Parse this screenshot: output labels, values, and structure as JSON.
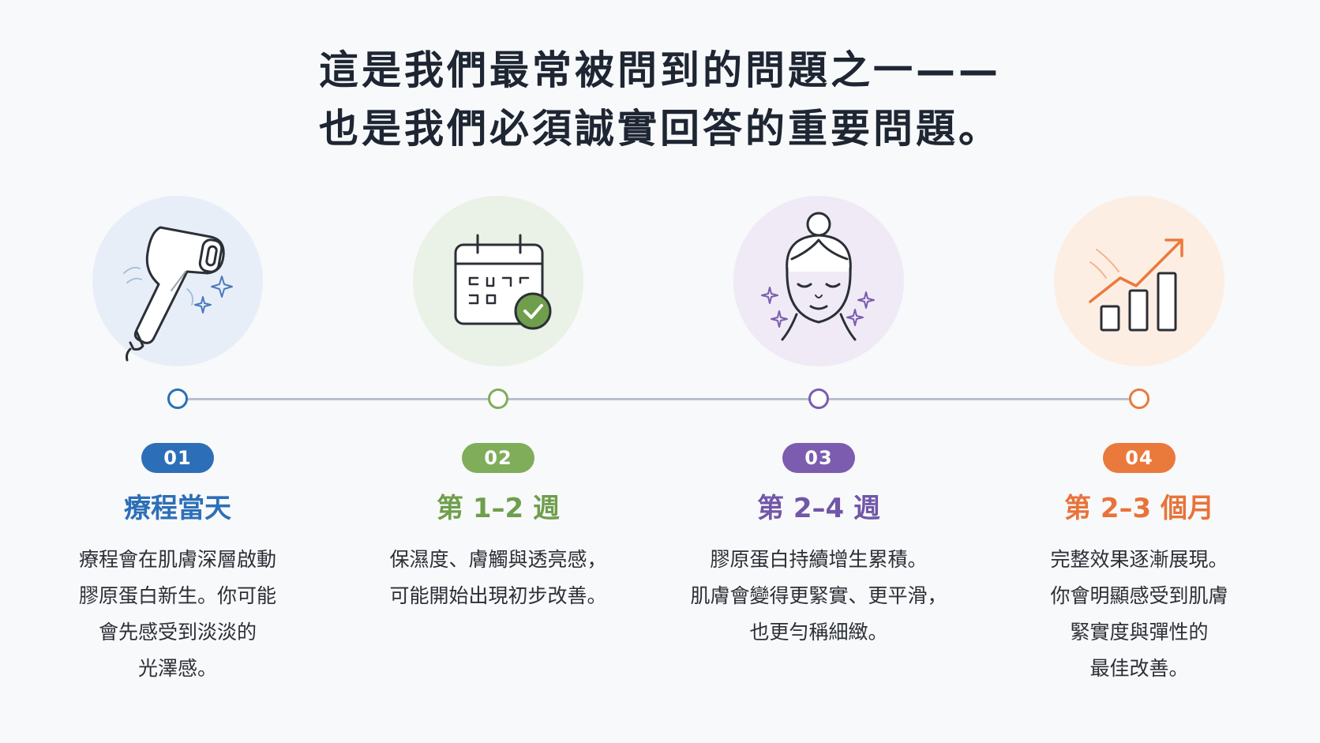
{
  "headline": {
    "line1": "這是我們最常被問到的問題之一——",
    "line2": "也是我們必須誠實回答的重要問題。"
  },
  "colors": {
    "step1": "#2c6fb8",
    "step2": "#7fad5a",
    "step3": "#7b5cae",
    "step4": "#ea7a3c"
  },
  "steps": [
    {
      "number": "01",
      "title": "療程當天",
      "icon": "handpiece-device-icon",
      "desc": [
        "療程會在肌膚深層啟動",
        "膠原蛋白新生。你可能",
        "會先感受到淡淡的",
        "光澤感。"
      ]
    },
    {
      "number": "02",
      "title": "第 1–2 週",
      "icon": "calendar-check-icon",
      "desc": [
        "保濕度、膚觸與透亮感，",
        "可能開始出現初步改善。"
      ]
    },
    {
      "number": "03",
      "title": "第 2–4 週",
      "icon": "face-glow-icon",
      "desc": [
        "膠原蛋白持續增生累積。",
        "肌膚會變得更緊實、更平滑，",
        "也更勻稱細緻。"
      ]
    },
    {
      "number": "04",
      "title": "第 2–3 個月",
      "icon": "growth-chart-icon",
      "desc": [
        "完整效果逐漸展現。",
        "你會明顯感受到肌膚",
        "緊實度與彈性的",
        "最佳改善。"
      ]
    }
  ]
}
